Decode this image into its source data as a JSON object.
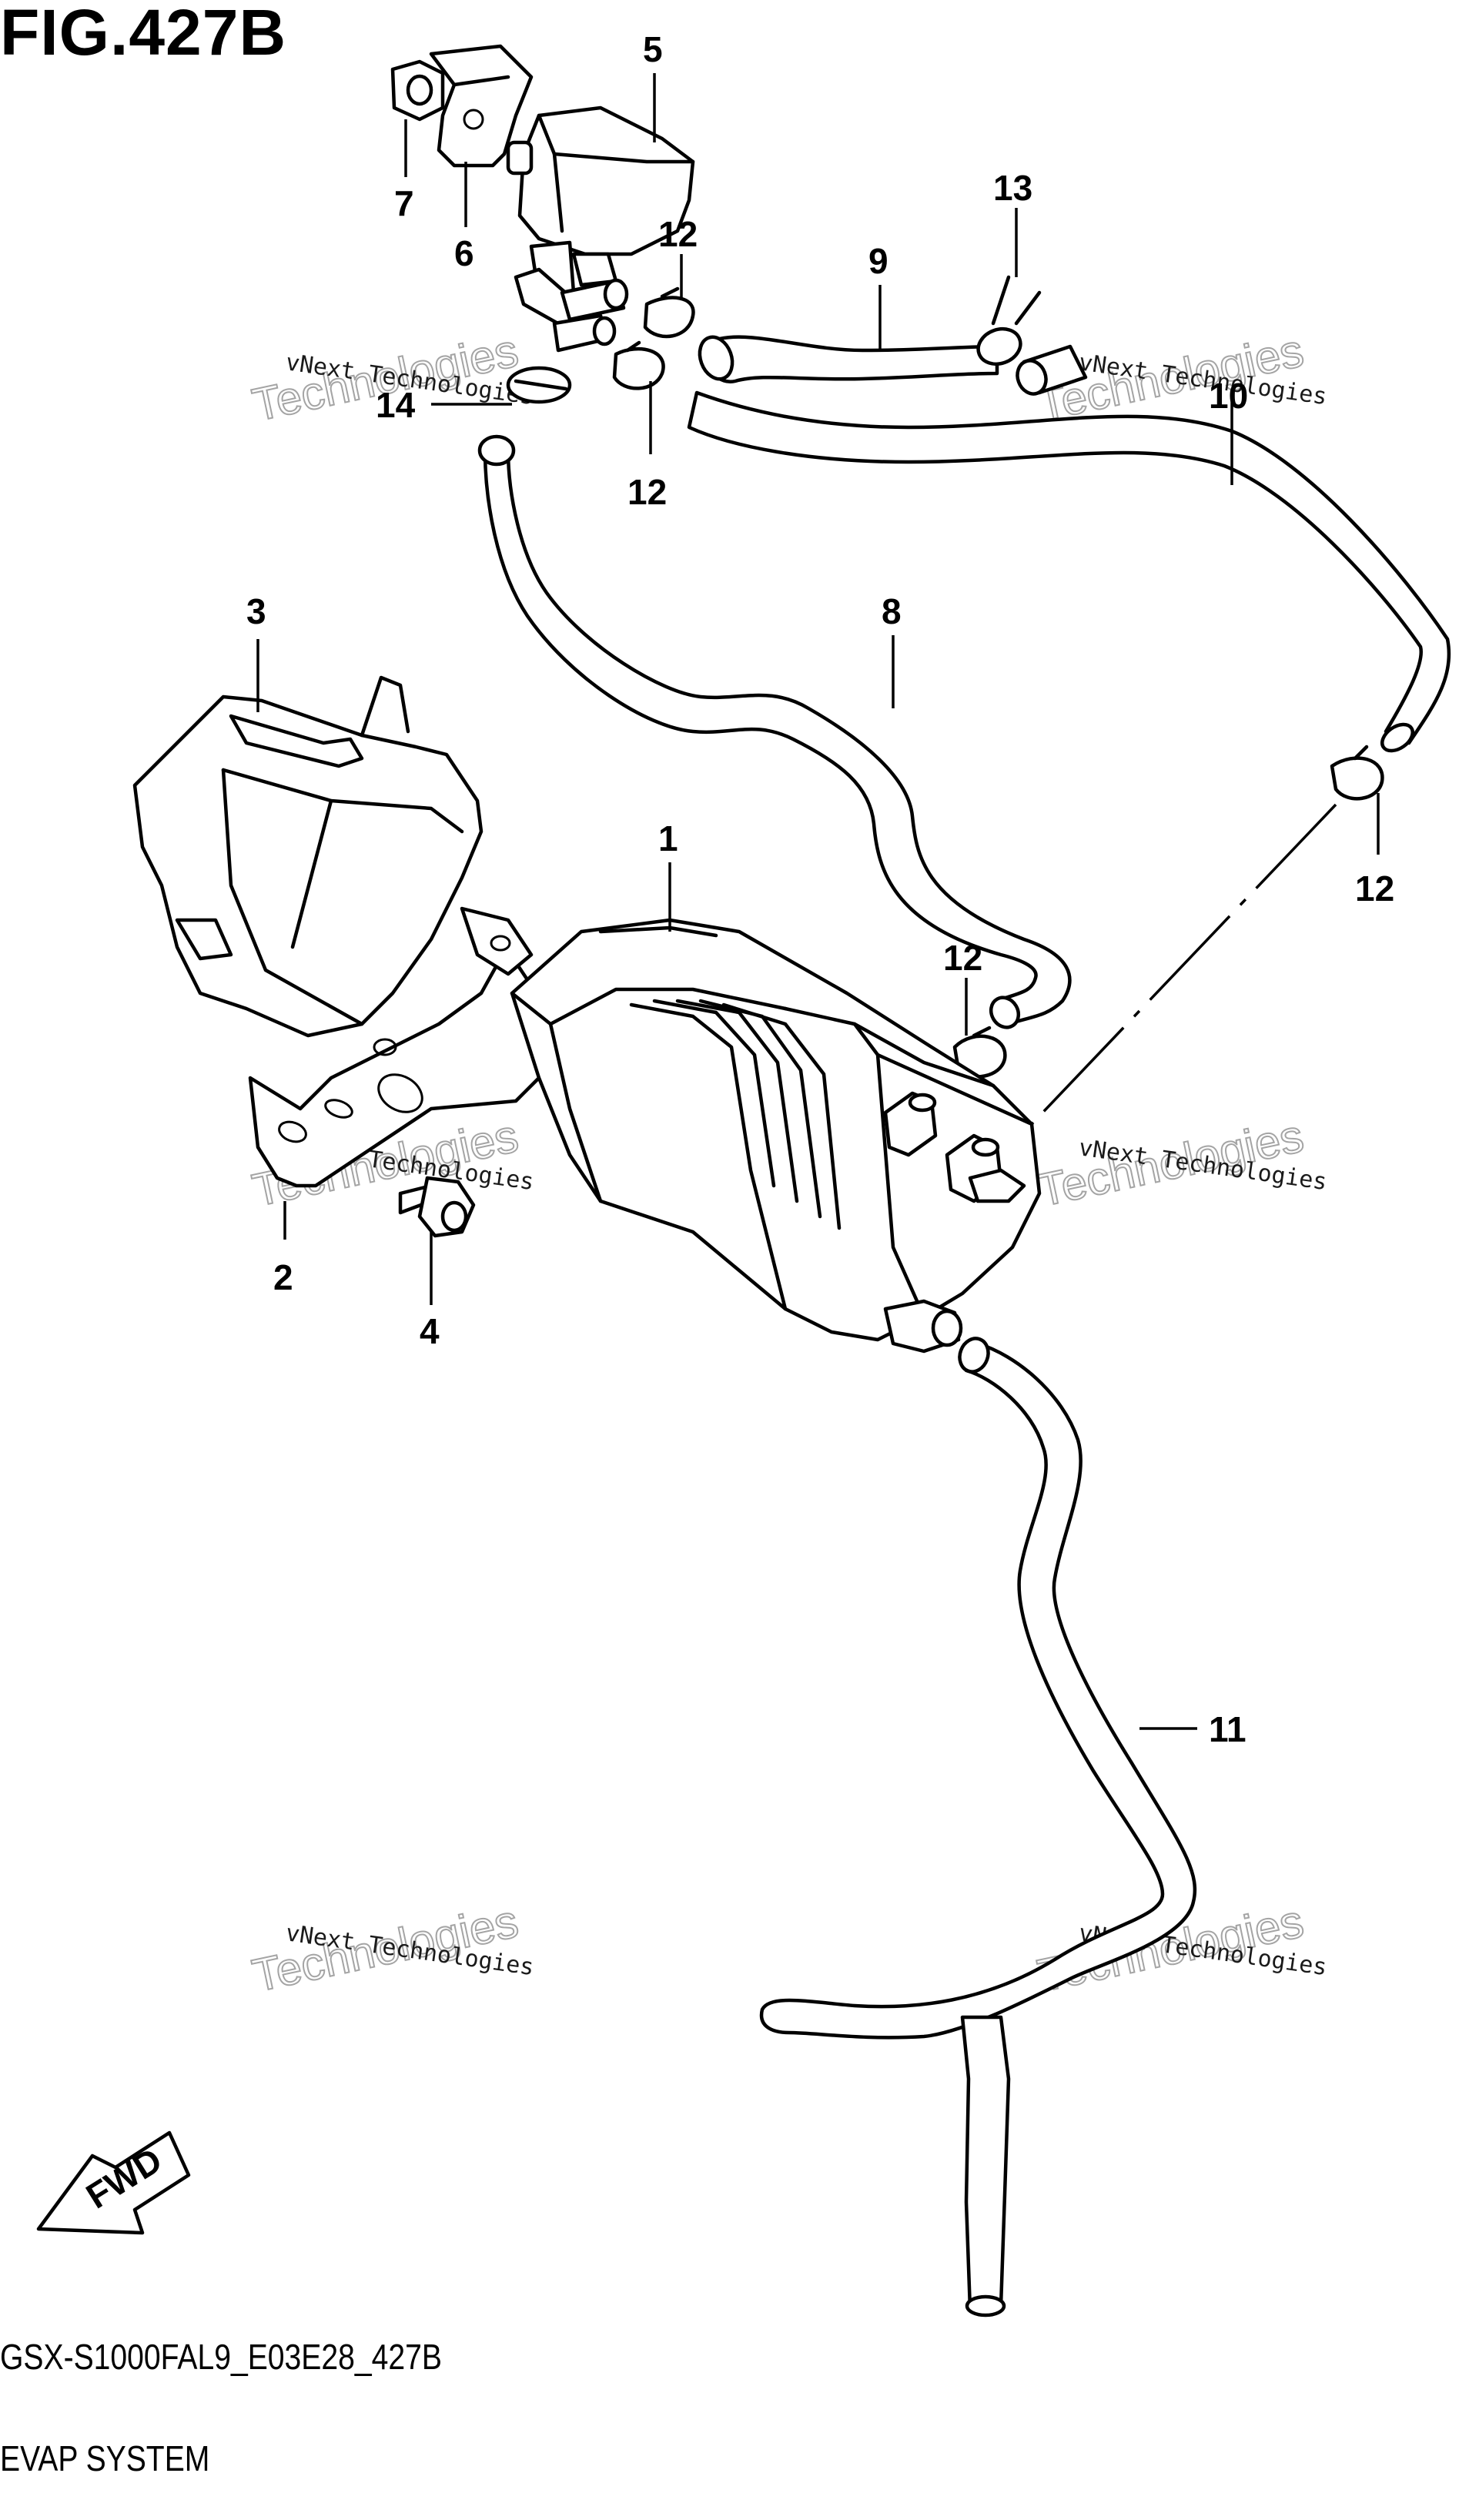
{
  "figure_title": "FIG.427B",
  "model_code": "GSX-S1000FAL9_E03E28_427B",
  "section_name": "EVAP SYSTEM",
  "fwd_label": "FWD",
  "watermark_text": "vNext Technologies",
  "watermark_brand": "Technologies",
  "callouts": [
    {
      "id": "1",
      "label": "1"
    },
    {
      "id": "2",
      "label": "2"
    },
    {
      "id": "3",
      "label": "3"
    },
    {
      "id": "4",
      "label": "4"
    },
    {
      "id": "5",
      "label": "5"
    },
    {
      "id": "6",
      "label": "6"
    },
    {
      "id": "7",
      "label": "7"
    },
    {
      "id": "8",
      "label": "8"
    },
    {
      "id": "9",
      "label": "9"
    },
    {
      "id": "10",
      "label": "10"
    },
    {
      "id": "11",
      "label": "11"
    },
    {
      "id": "12a",
      "label": "12"
    },
    {
      "id": "12b",
      "label": "12"
    },
    {
      "id": "12c",
      "label": "12"
    },
    {
      "id": "12d",
      "label": "12"
    },
    {
      "id": "13",
      "label": "13"
    },
    {
      "id": "14",
      "label": "14"
    }
  ]
}
